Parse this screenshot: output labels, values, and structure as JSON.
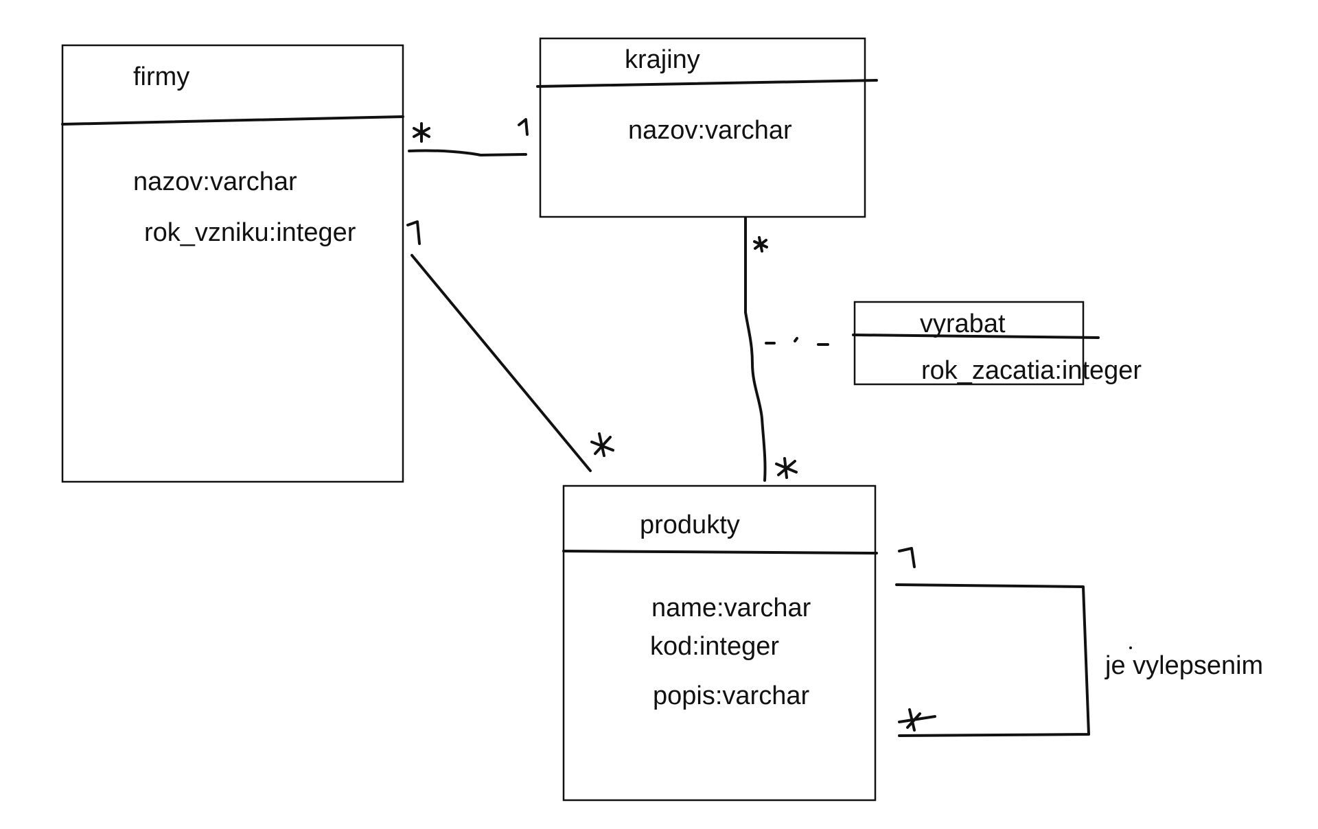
{
  "entities": [
    {
      "id": "firmy",
      "name": "firmy",
      "attributes": [
        "nazov:varchar",
        "rok_vzniku:integer"
      ]
    },
    {
      "id": "krajiny",
      "name": "krajiny",
      "attributes": [
        "nazov:varchar"
      ]
    },
    {
      "id": "produkty",
      "name": "produkty",
      "attributes": [
        "name:varchar",
        "kod:integer",
        "popis:varchar"
      ]
    },
    {
      "id": "vyrabat",
      "name": "vyrabat",
      "attributes": [
        "rok_zacatia:integer"
      ]
    }
  ],
  "relationships": [
    {
      "id": "firmy-krajiny",
      "from": "firmy",
      "to": "krajiny",
      "from_multiplicity": "*",
      "to_multiplicity": "1"
    },
    {
      "id": "firmy-produkty",
      "from": "firmy",
      "to": "produkty",
      "from_multiplicity": "1",
      "to_multiplicity": "*"
    },
    {
      "id": "krajiny-produkty",
      "from": "krajiny",
      "to": "produkty",
      "from_multiplicity": "*",
      "to_multiplicity": "*",
      "association_class": "vyrabat"
    },
    {
      "id": "produkty-self",
      "from": "produkty",
      "to": "produkty",
      "from_multiplicity": "1",
      "to_multiplicity": "*",
      "label": "je vylepsenim"
    }
  ]
}
